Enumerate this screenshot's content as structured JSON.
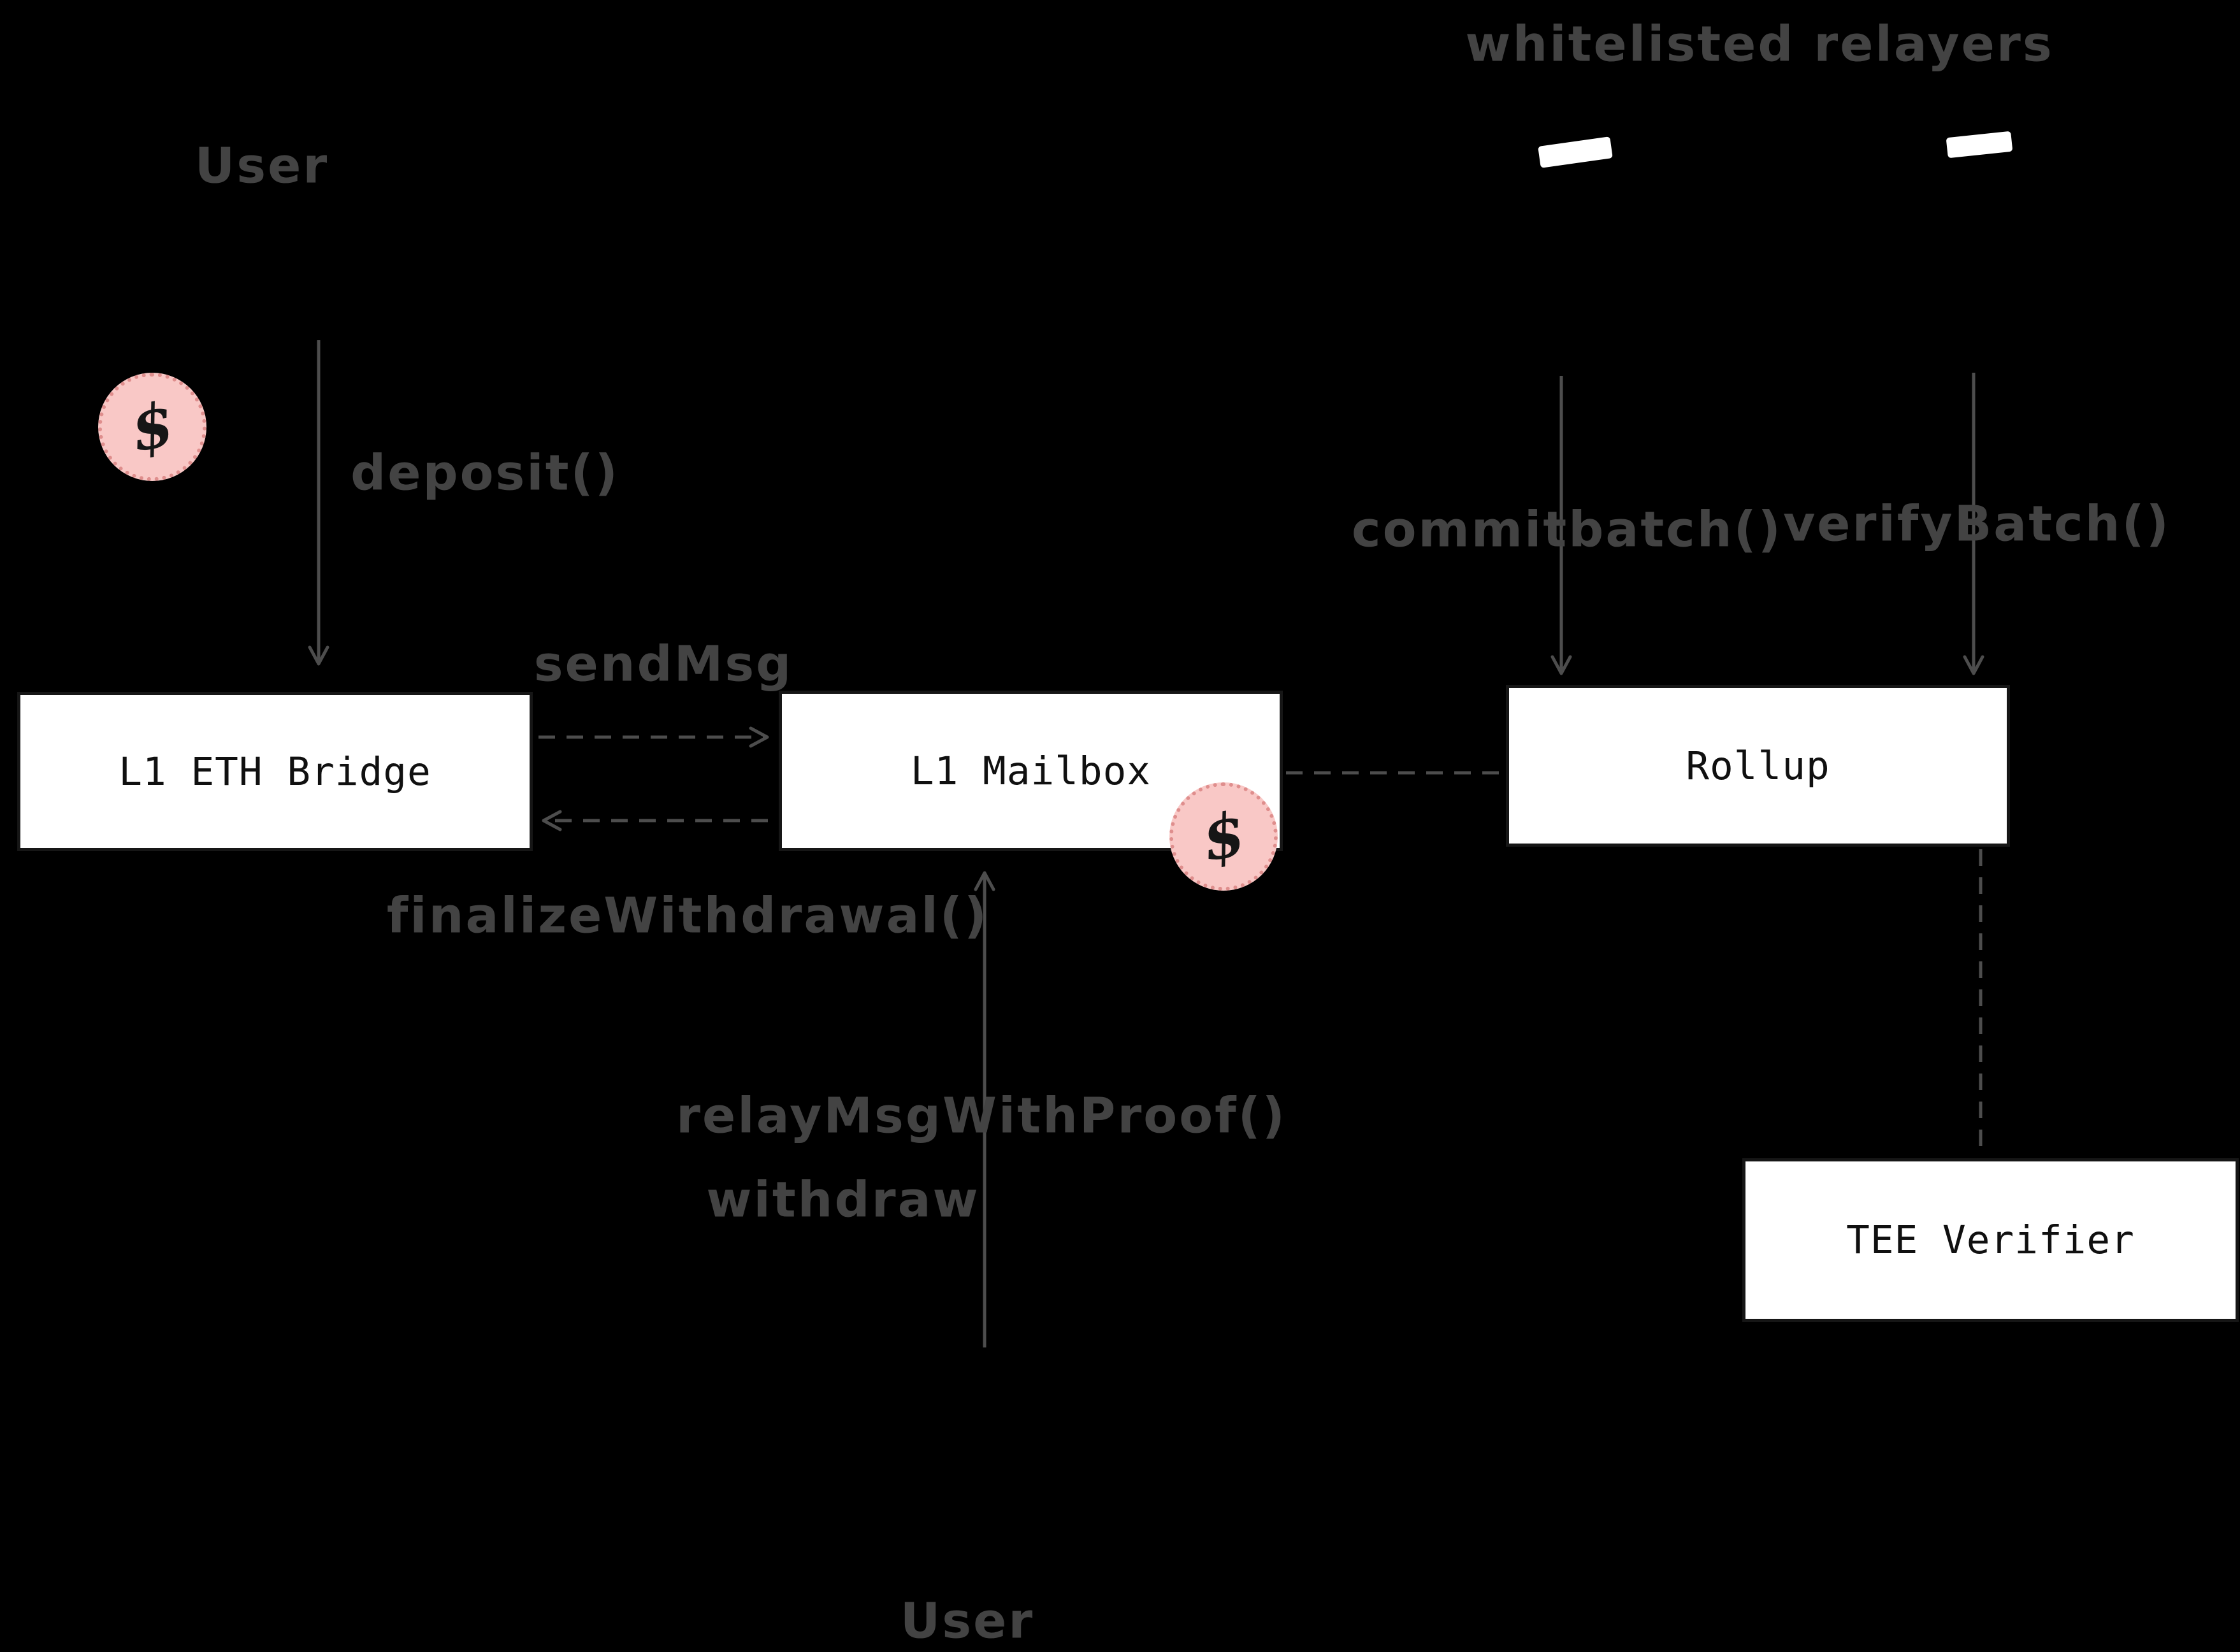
{
  "diagram": {
    "title_hint": "L1 bridge / rollup message flow diagram",
    "colors": {
      "background": "#000000",
      "node_fill": "#ffffff",
      "node_border": "#161616",
      "node_text": "#101010",
      "annotation_text": "#434343",
      "arrow": "#4d4d4d",
      "coin_fill": "#f9c8c6",
      "coin_border": "#df8e8d",
      "coin_text": "#161616"
    },
    "nodes": {
      "bridge": "L1 ETH Bridge",
      "mailbox": "L1 Mailbox",
      "rollup": "Rollup",
      "tee": "TEE Verifier"
    },
    "labels": {
      "user_top": "User",
      "user_bottom": "User",
      "whitelisted_relayers": "whitelisted relayers",
      "deposit": "deposit()",
      "send_msg": "sendMsg",
      "finalize_withdrawal": "finalizeWithdrawal()",
      "relay_msg_with_proof": "relayMsgWithProof()",
      "withdraw": "withdraw",
      "commit_batch": "commitbatch()",
      "verify_batch": "verifyBatch()",
      "coin_symbol": "$"
    },
    "edges": [
      {
        "from": "User (top)",
        "to": "L1 ETH Bridge",
        "label": "deposit()",
        "style": "solid-arrow-down"
      },
      {
        "from": "L1 ETH Bridge",
        "to": "L1 Mailbox",
        "label": "sendMsg",
        "style": "dashed-arrow-right"
      },
      {
        "from": "L1 Mailbox",
        "to": "L1 ETH Bridge",
        "label": "finalizeWithdrawal()",
        "style": "dashed-arrow-left"
      },
      {
        "from": "L1 Mailbox",
        "to": "Rollup",
        "label": "",
        "style": "dashed-line"
      },
      {
        "from": "relayer-left",
        "to": "Rollup",
        "label": "commitbatch()",
        "style": "solid-arrow-down"
      },
      {
        "from": "relayer-right",
        "to": "Rollup",
        "label": "verifyBatch()",
        "style": "solid-arrow-down"
      },
      {
        "from": "Rollup",
        "to": "TEE Verifier",
        "label": "",
        "style": "dashed-line-down"
      },
      {
        "from": "User (bottom)",
        "to": "L1 Mailbox",
        "label": "relayMsgWithProof() withdraw",
        "style": "solid-arrow-up"
      }
    ]
  }
}
